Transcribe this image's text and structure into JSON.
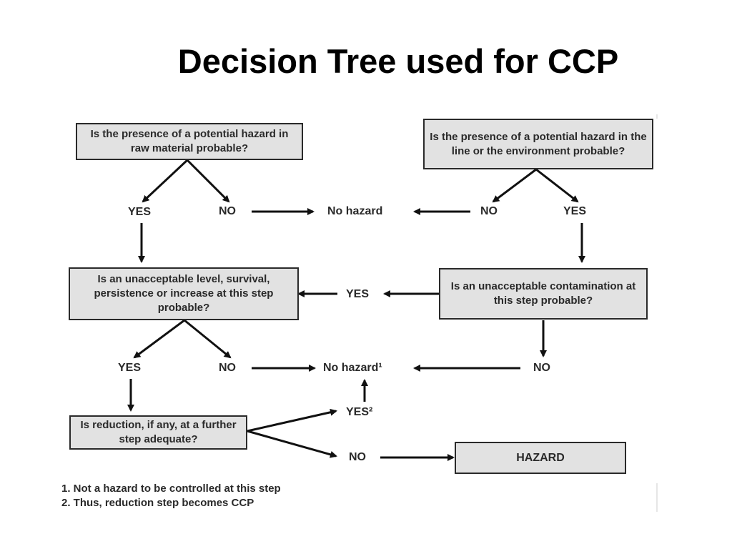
{
  "title": "Decision Tree used for CCP",
  "boxes": {
    "raw_material": "Is the presence of a potential hazard in raw material probable?",
    "line_env": "Is the presence of a potential hazard in the line or the environment probable?",
    "unacceptable_level": "Is an unacceptable level, survival, persistence or increase at this step probable?",
    "contamination": "Is an unacceptable contamination at this step probable?",
    "reduction": "Is reduction, if any, at a further step adequate?",
    "hazard": "HAZARD"
  },
  "labels": {
    "yes_1": "YES",
    "no_1": "NO",
    "no_hazard_1": "No hazard",
    "no_2": "NO",
    "yes_2": "YES",
    "yes_3": "YES",
    "yes_4": "YES",
    "no_3": "NO",
    "no_hazard_2": "No hazard¹",
    "no_4": "NO",
    "yes_5": "YES²",
    "no_5": "NO"
  },
  "notes": {
    "note_1": "1. Not a hazard to be controlled at this step",
    "note_2": "2. Thus, reduction step becomes CCP"
  }
}
